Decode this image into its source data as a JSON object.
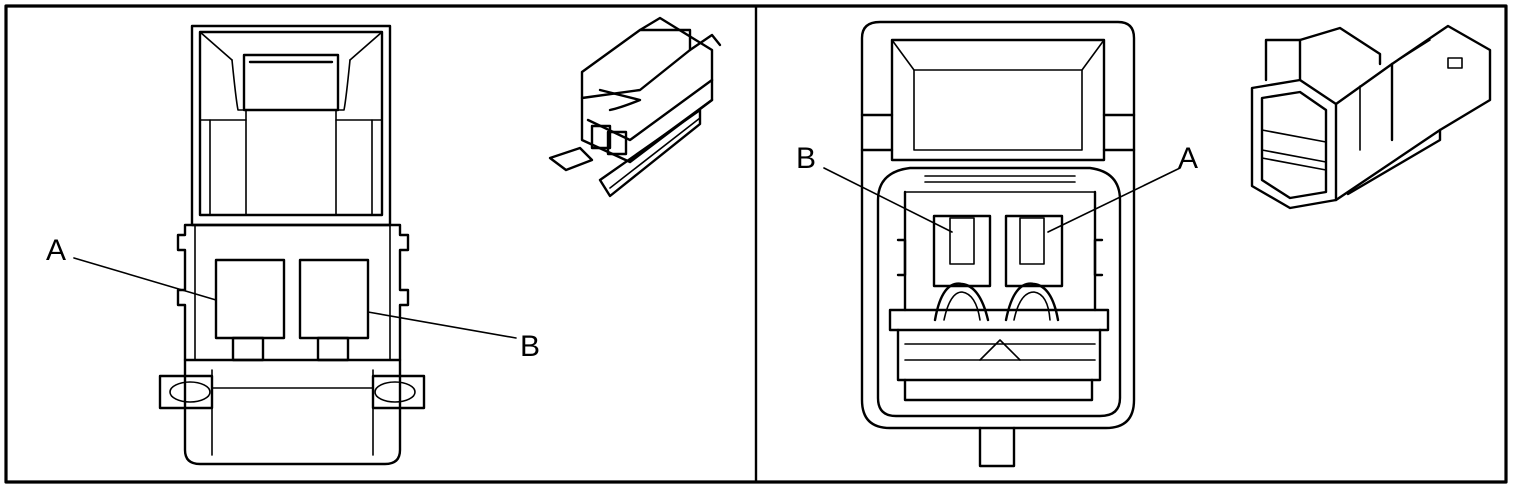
{
  "panels": [
    {
      "view": "connector-face-left",
      "callouts": [
        {
          "id": "left-a",
          "label": "A"
        },
        {
          "id": "left-b",
          "label": "B"
        }
      ]
    },
    {
      "view": "connector-face-right",
      "callouts": [
        {
          "id": "right-b",
          "label": "B"
        },
        {
          "id": "right-a",
          "label": "A"
        }
      ]
    }
  ],
  "colors": {
    "line": "#000000",
    "background": "#ffffff"
  }
}
